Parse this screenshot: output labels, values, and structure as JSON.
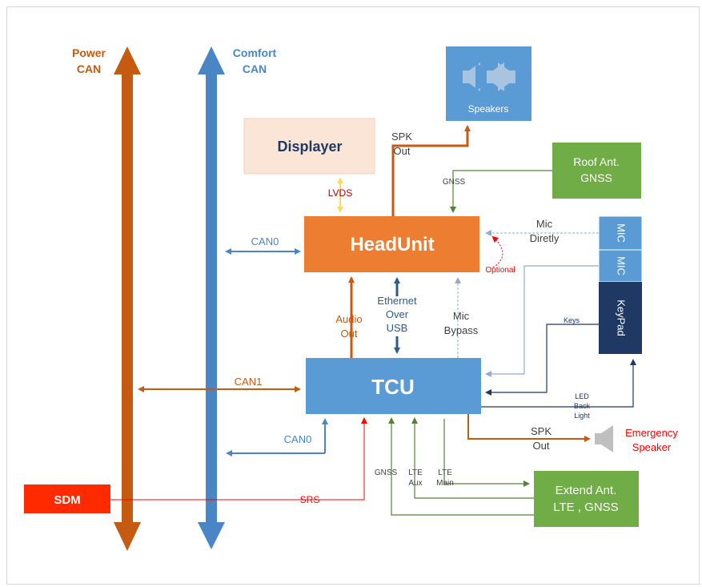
{
  "buses": {
    "power": {
      "line1": "Power",
      "line2": "CAN",
      "color": "#c55a11"
    },
    "comfort": {
      "line1": "Comfort",
      "line2": "CAN",
      "color": "#4a86c5"
    }
  },
  "boxes": {
    "speakers": "Speakers",
    "displayer": "Displayer",
    "roof_line1": "Roof Ant.",
    "roof_line2": "GNSS",
    "headunit": "HeadUnit",
    "mic1": "MIC",
    "mic2": "MIC",
    "keypad": "KeyPad",
    "tcu": "TCU",
    "sdm": "SDM",
    "extend_line1": "Extend Ant.",
    "extend_line2": "LTE , GNSS"
  },
  "labels": {
    "spk_out_top_1": "SPK",
    "spk_out_top_2": "Out",
    "gnss_top": "GNSS",
    "lvds": "LVDS",
    "can0_top": "CAN0",
    "mic_directly_1": "Mic",
    "mic_directly_2": "Diretly",
    "optional": "Optional",
    "audio_out_1": "Audio",
    "audio_out_2": "Out",
    "eth_1": "Ethernet",
    "eth_2": "Over",
    "eth_3": "USB",
    "mic_bypass_1": "Mic",
    "mic_bypass_2": "Bypass",
    "keys": "Keys",
    "can1": "CAN1",
    "led_1": "LED",
    "led_2": "Back",
    "led_3": "Light",
    "can0_bottom": "CAN0",
    "spk_out_bottom_1": "SPK",
    "spk_out_bottom_2": "Out",
    "emergency_1": "Emergency",
    "emergency_2": "Speaker",
    "gnss_bottom": "GNSS",
    "lte_aux_1": "LTE",
    "lte_aux_2": "Aux",
    "lte_main_1": "LTE",
    "lte_main_2": "Main",
    "srs": "SRS"
  },
  "colors": {
    "orange": "#c55a11",
    "headunit": "#ed7d31",
    "blue": "#4a86c5",
    "tcu": "#5b9bd5",
    "green": "#70ad47",
    "navy": "#1f3864",
    "red": "#ff0000",
    "yellow": "#ffd966"
  }
}
